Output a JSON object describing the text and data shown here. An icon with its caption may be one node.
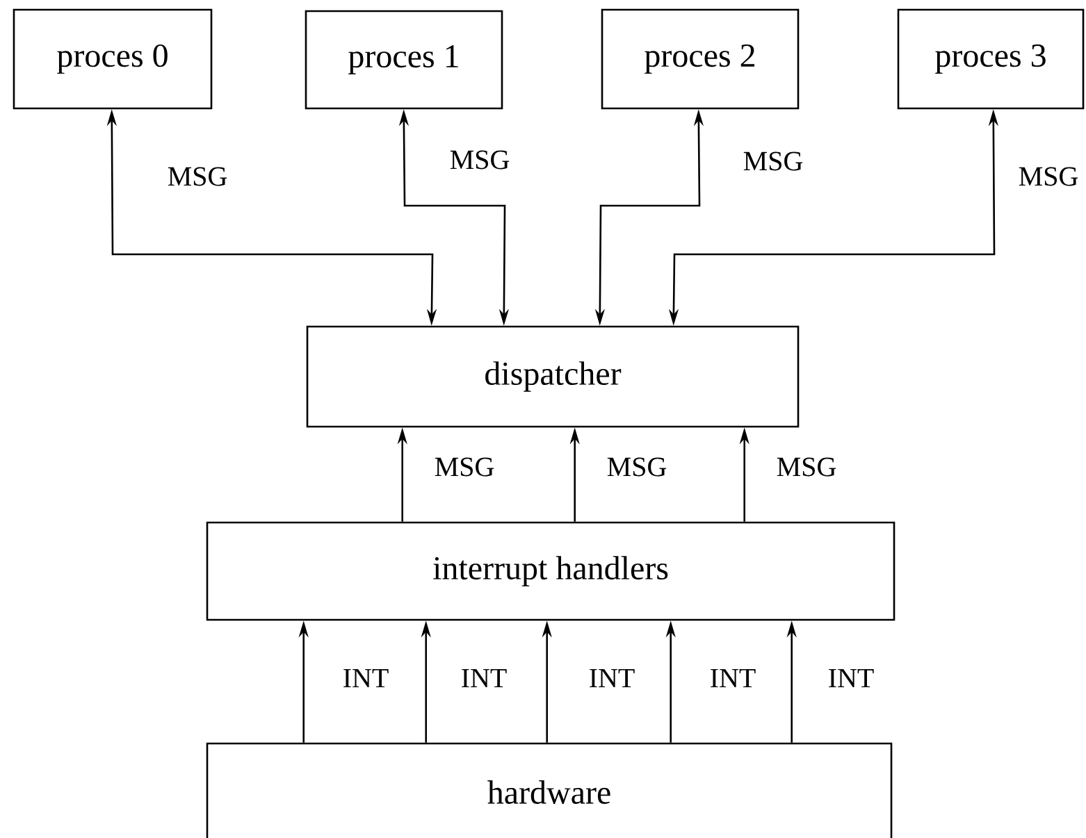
{
  "diagram": {
    "nodes": [
      {
        "text": [
          "proces 0"
        ]
      },
      {
        "text": [
          "proces 1"
        ]
      },
      {
        "text": [
          "proces 2"
        ]
      },
      {
        "text": [
          "proces 3"
        ]
      },
      {
        "text": [
          "dispatcher"
        ]
      },
      {
        "text": [
          "interrupt handlers"
        ]
      },
      {
        "text": [
          "hardware"
        ]
      }
    ],
    "edges": [
      {
        "from": 0,
        "to": 4,
        "arrow": "both",
        "label": "MSG"
      },
      {
        "from": 1,
        "to": 4,
        "arrow": "both",
        "label": "MSG"
      },
      {
        "from": 2,
        "to": 4,
        "arrow": "both",
        "label": "MSG"
      },
      {
        "from": 3,
        "to": 4,
        "arrow": "both",
        "label": "MSG"
      },
      {
        "from": 5,
        "to": 4,
        "arrow": "to",
        "label": "MSG"
      },
      {
        "from": 5,
        "to": 4,
        "arrow": "to",
        "label": "MSG"
      },
      {
        "from": 5,
        "to": 4,
        "arrow": "to",
        "label": "MSG"
      },
      {
        "from": 6,
        "to": 5,
        "arrow": "to",
        "label": "INT"
      },
      {
        "from": 6,
        "to": 5,
        "arrow": "to",
        "label": "INT"
      },
      {
        "from": 6,
        "to": 5,
        "arrow": "to",
        "label": "INT"
      },
      {
        "from": 6,
        "to": 5,
        "arrow": "to",
        "label": "INT"
      },
      {
        "from": 6,
        "to": 5,
        "arrow": "to",
        "label": "INT"
      }
    ]
  }
}
